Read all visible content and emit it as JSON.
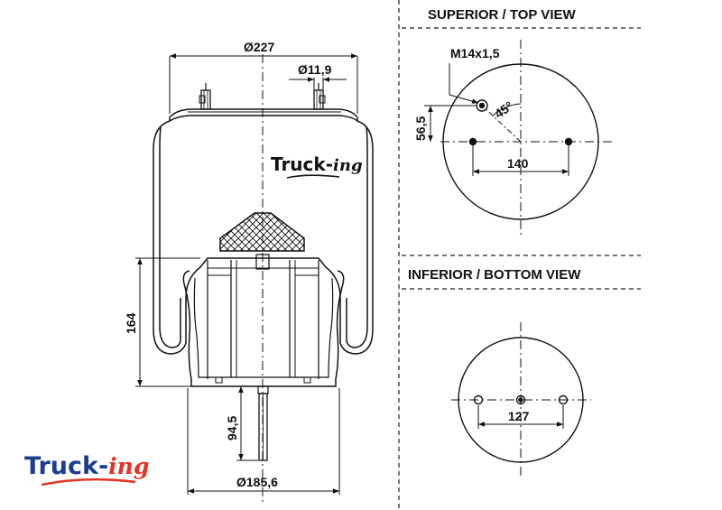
{
  "side_view": {
    "dim_top_diameter": "Ø227",
    "dim_bolt_diameter": "Ø11,9",
    "dim_height": "164",
    "dim_stud_length": "94,5",
    "dim_base_diameter": "Ø185,6",
    "watermark": "Truck-ing"
  },
  "top_view": {
    "title": "SUPERIOR / TOP VIEW",
    "thread_label": "M14x1,5",
    "angle_label": "45°",
    "offset_label": "56,5",
    "spacing_label": "140"
  },
  "bottom_view": {
    "title": "INFERIOR / BOTTOM VIEW",
    "spacing_label": "127"
  },
  "logo": {
    "text_main": "Truck-",
    "text_ing": "ing",
    "color_main": "#1b3f8f",
    "color_ing": "#e53424"
  },
  "colors": {
    "line": "#111111",
    "background": "#ffffff"
  }
}
